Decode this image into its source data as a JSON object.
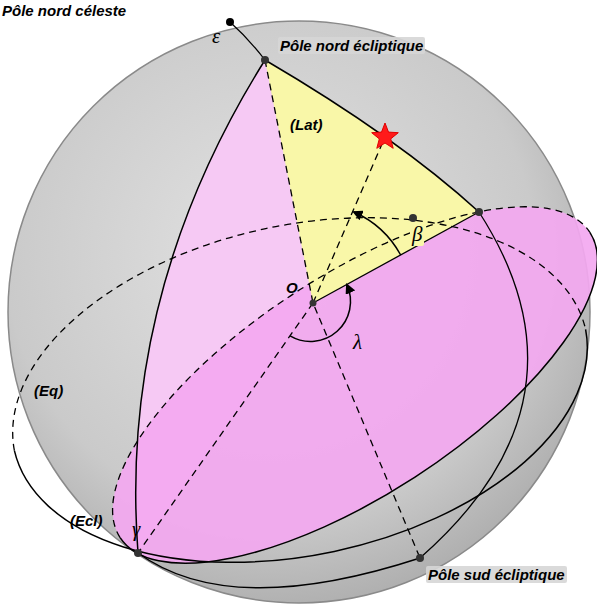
{
  "diagram": {
    "labels": [
      "Pôle nord céleste",
      "ε",
      "Pôle nord écliptique",
      "(Lat)",
      "β",
      "O",
      "λ",
      "(Eq)",
      "(Ecl)",
      "γ",
      "Pôle sud écliptique"
    ]
  }
}
